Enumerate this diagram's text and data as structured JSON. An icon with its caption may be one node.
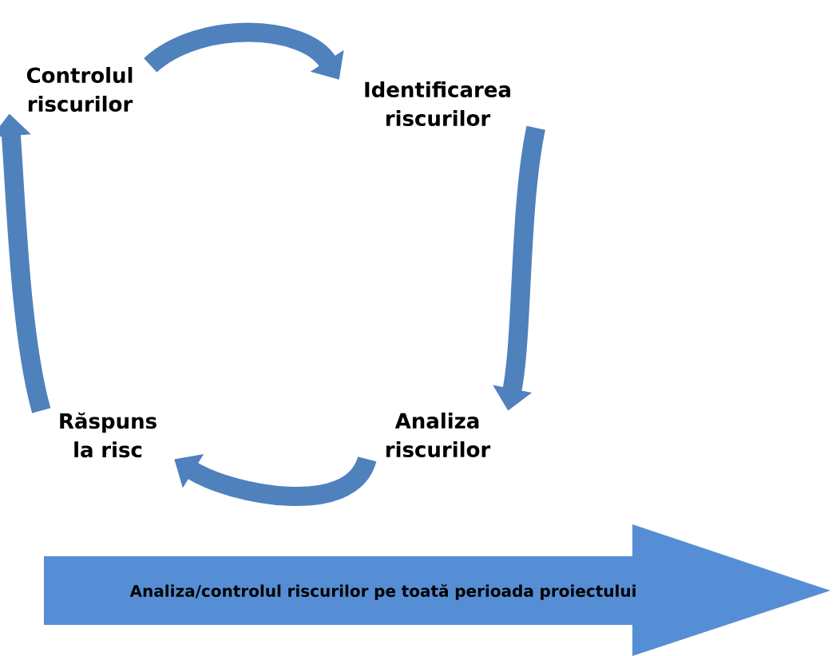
{
  "diagram": {
    "nodes": [
      {
        "text": [
          "Controlul riscurilor"
        ]
      },
      {
        "text": [
          "Identificarea riscurilor"
        ]
      },
      {
        "text": [
          "Analiza riscurilor"
        ]
      },
      {
        "text": [
          "Răspuns la risc"
        ]
      },
      {
        "text": [
          "Analiza/controlul riscurilor pe toată perioada proiectului"
        ]
      }
    ],
    "edges": [
      {
        "from": 0,
        "to": 1,
        "arrow": "to"
      },
      {
        "from": 1,
        "to": 2,
        "arrow": "to"
      },
      {
        "from": 2,
        "to": 3,
        "arrow": "to"
      },
      {
        "from": 3,
        "to": 0,
        "arrow": "to"
      }
    ]
  }
}
